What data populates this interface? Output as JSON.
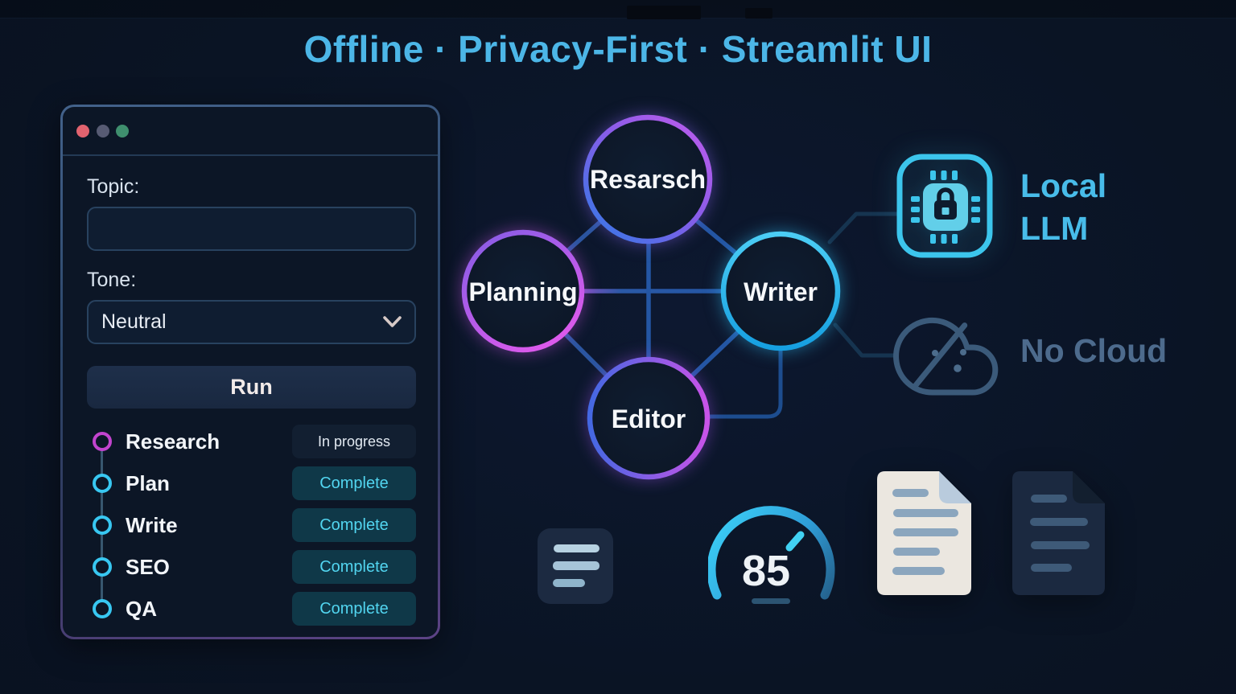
{
  "header": {
    "title": "Offline · Privacy-First · Streamlit UI"
  },
  "window": {
    "traffic_lights": [
      "close",
      "minimize",
      "zoom"
    ],
    "topic": {
      "label": "Topic:",
      "value": "",
      "placeholder": ""
    },
    "tone": {
      "label": "Tone:",
      "value": "Neutral"
    },
    "run_button": "Run",
    "steps": [
      {
        "name": "Research",
        "status": "In progress",
        "state": "in-progress"
      },
      {
        "name": "Plan",
        "status": "Complete",
        "state": "complete"
      },
      {
        "name": "Write",
        "status": "Complete",
        "state": "complete"
      },
      {
        "name": "SEO",
        "status": "Complete",
        "state": "complete"
      },
      {
        "name": "QA",
        "status": "Complete",
        "state": "complete"
      }
    ]
  },
  "diagram": {
    "nodes": [
      {
        "id": "research",
        "label": "Resarsch"
      },
      {
        "id": "planning",
        "label": "Planning"
      },
      {
        "id": "writer",
        "label": "Writer"
      },
      {
        "id": "editor",
        "label": "Editor"
      }
    ],
    "edges": [
      {
        "from": "planning",
        "to": "writer"
      },
      {
        "from": "research",
        "to": "editor"
      },
      {
        "from": "research",
        "to": "planning"
      },
      {
        "from": "research",
        "to": "writer"
      },
      {
        "from": "planning",
        "to": "editor"
      },
      {
        "from": "writer",
        "to": "editor"
      },
      {
        "from": "writer",
        "to": "local-llm-chip"
      },
      {
        "from": "writer",
        "to": "no-cloud"
      }
    ]
  },
  "features": [
    {
      "icon": "chip-lock-icon",
      "label": "Local LLM"
    },
    {
      "icon": "no-cloud-icon",
      "label": "No Cloud"
    }
  ],
  "metrics": {
    "gauge_value": "85"
  },
  "colors": {
    "title": "#4cb6e7",
    "accent_cyan": "#3cc5ec",
    "accent_purple": "#c050e0",
    "edge_blue": "#2456a4",
    "complete_badge_bg": "#0f3848",
    "complete_badge_text": "#52d5f0",
    "in_progress_dot": "#c244ce",
    "muted_steel": "#4d6b8d"
  }
}
